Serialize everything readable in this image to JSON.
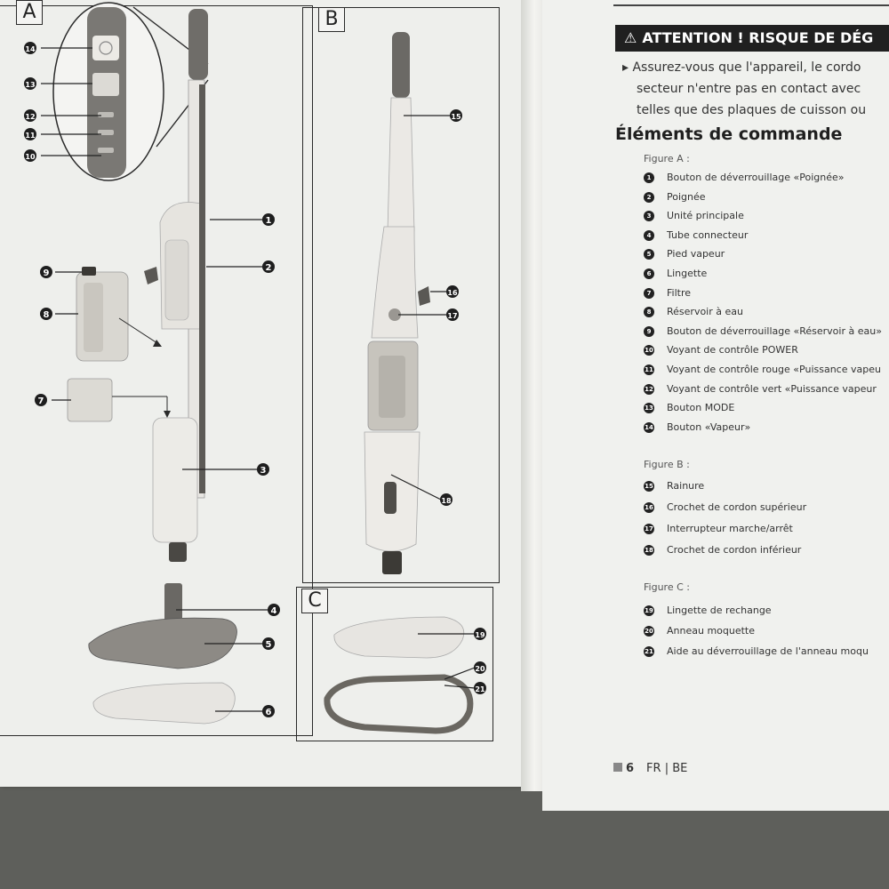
{
  "figures": {
    "a": {
      "label": "A"
    },
    "b": {
      "label": "B"
    },
    "c": {
      "label": "C"
    }
  },
  "callouts": [
    "1",
    "2",
    "3",
    "4",
    "5",
    "6",
    "7",
    "8",
    "9",
    "10",
    "11",
    "12",
    "13",
    "14",
    "15",
    "16",
    "17",
    "18",
    "19",
    "20",
    "21"
  ],
  "right_page": {
    "warning_icon": "warning-triangle-icon",
    "attention_title": "ATTENTION ! RISQUE DE DÉG",
    "attention_lines": [
      "Assurez-vous que l'appareil, le cordo",
      "secteur n'entre pas en contact avec",
      "telles que des plaques de cuisson ou"
    ],
    "section_title": "Éléments de commande",
    "figure_a_label": "Figure A :",
    "figure_a_items": [
      {
        "num": "1",
        "text": "Bouton de déverrouillage «Poignée»"
      },
      {
        "num": "2",
        "text": "Poignée"
      },
      {
        "num": "3",
        "text": "Unité principale"
      },
      {
        "num": "4",
        "text": "Tube connecteur"
      },
      {
        "num": "5",
        "text": "Pied vapeur"
      },
      {
        "num": "6",
        "text": "Lingette"
      },
      {
        "num": "7",
        "text": "Filtre"
      },
      {
        "num": "8",
        "text": "Réservoir à eau"
      },
      {
        "num": "9",
        "text": "Bouton de déverrouillage «Réservoir à eau»"
      },
      {
        "num": "10",
        "text": "Voyant de contrôle POWER"
      },
      {
        "num": "11",
        "text": "Voyant de contrôle rouge «Puissance vapeu"
      },
      {
        "num": "12",
        "text": "Voyant de contrôle vert «Puissance vapeur"
      },
      {
        "num": "13",
        "text": "Bouton MODE"
      },
      {
        "num": "14",
        "text": "Bouton «Vapeur»"
      }
    ],
    "figure_b_label": "Figure B :",
    "figure_b_items": [
      {
        "num": "15",
        "text": "Rainure"
      },
      {
        "num": "16",
        "text": "Crochet de cordon supérieur"
      },
      {
        "num": "17",
        "text": "Interrupteur marche/arrêt"
      },
      {
        "num": "18",
        "text": "Crochet de cordon inférieur"
      }
    ],
    "figure_c_label": "Figure C :",
    "figure_c_items": [
      {
        "num": "19",
        "text": "Lingette de rechange"
      },
      {
        "num": "20",
        "text": "Anneau moquette"
      },
      {
        "num": "21",
        "text": "Aide au déverrouillage de l'anneau moqu"
      }
    ],
    "footer": {
      "page": "6",
      "lang": "FR | BE"
    }
  }
}
